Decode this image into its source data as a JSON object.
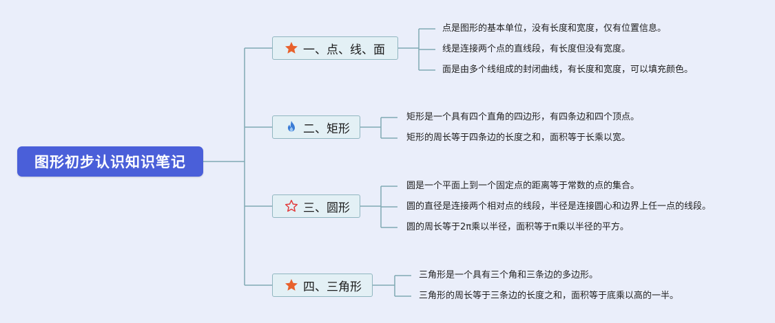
{
  "root": {
    "title": "图形初步认识知识笔记"
  },
  "branches": [
    {
      "label": "一、点、线、面",
      "icon": "star-filled-icon",
      "icon_color": "#e8612c",
      "notes": [
        "点是图形的基本单位，没有长度和宽度，仅有位置信息。",
        "线是连接两个点的直线段，有长度但没有宽度。",
        "面是由多个线组成的封闭曲线，有长度和宽度，可以填充颜色。"
      ]
    },
    {
      "label": "二、矩形",
      "icon": "flame-icon",
      "icon_color": "#3a7bd5",
      "notes": [
        "矩形是一个具有四个直角的四边形，有四条边和四个顶点。",
        "矩形的周长等于四条边的长度之和，面积等于长乘以宽。"
      ]
    },
    {
      "label": "三、圆形",
      "icon": "star-outline-icon",
      "icon_color": "#e23b3b",
      "notes": [
        "圆是一个平面上到一个固定点的距离等于常数的点的集合。",
        "圆的直径是连接两个相对点的线段，半径是连接圆心和边界上任一点的线段。",
        "圆的周长等于2π乘以半径，面积等于π乘以半径的平方。"
      ]
    },
    {
      "label": "四、三角形",
      "icon": "star-filled-icon",
      "icon_color": "#e8612c",
      "notes": [
        "三角形是一个具有三个角和三条边的多边形。",
        "三角形的周长等于三条边的长度之和，面积等于底乘以高的一半。"
      ]
    }
  ],
  "colors": {
    "background": "#eaeefa",
    "root_fill": "#4a5fd9",
    "connector": "#7fa9b3",
    "topic_border": "#8fb5bf",
    "topic_fill": "#e3f0f5"
  }
}
